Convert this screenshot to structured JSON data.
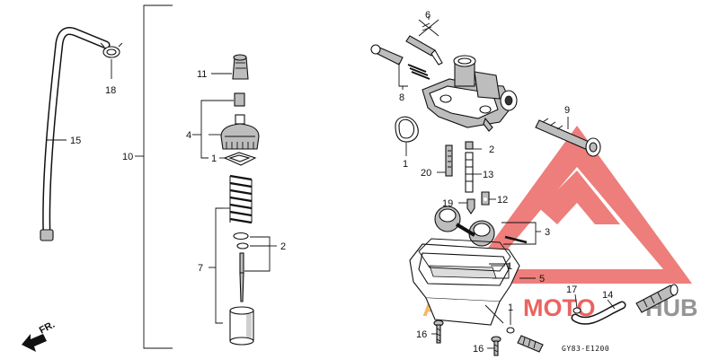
{
  "callouts": {
    "c1a": "1",
    "c1b": "1",
    "c1c": "1",
    "c1d": "1",
    "c2a": "2",
    "c2b": "2",
    "c3": "3",
    "c4": "4",
    "c5": "5",
    "c6": "6",
    "c7": "7",
    "c8": "8",
    "c9": "9",
    "c10": "10",
    "c11": "11",
    "c12": "12",
    "c13": "13",
    "c14": "14",
    "c15": "15",
    "c16a": "16",
    "c16b": "16",
    "c17": "17",
    "c18": "18",
    "c19": "19",
    "c20": "20"
  },
  "front_arrow_label": "FR.",
  "drawing_code": "GY83-E1200",
  "watermark": {
    "brand_auto": "AUTO",
    "brand_moto": "MOTO",
    "brand_hub": "HUB",
    "color_red": "#e8534f",
    "color_orange": "#f3b15a",
    "color_gray": "#8a8a8a"
  }
}
